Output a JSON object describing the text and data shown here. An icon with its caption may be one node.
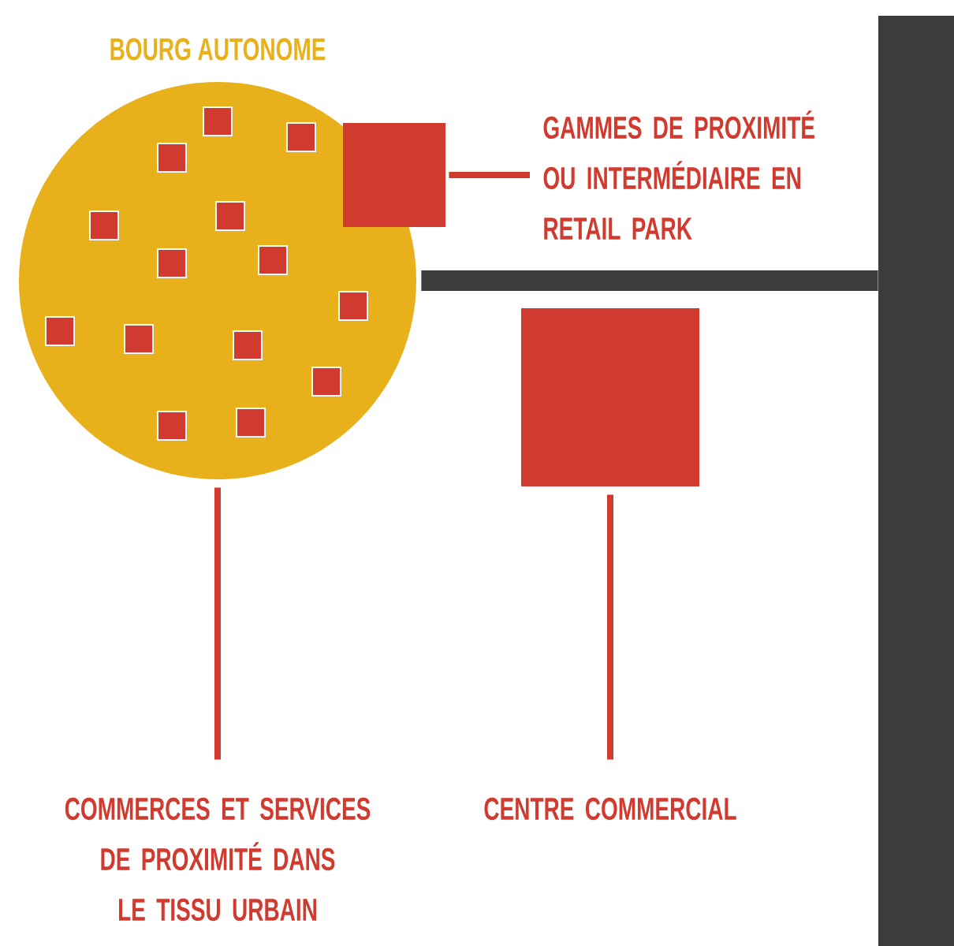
{
  "diagram": {
    "nodes": [
      {
        "text": [
          "BOURG AUTONOME"
        ]
      },
      {
        "text": [],
        "shape": "box"
      },
      {
        "text": [
          "GAMMES DE PROXIMITÉ OU INTERMÉDIAIRE EN RETAIL PARK"
        ]
      },
      {
        "text": [],
        "shape": "box"
      },
      {
        "text": [
          "COMMERCES ET SERVICES DE PROXIMITÉ DANS LE TISSU URBAIN"
        ]
      },
      {
        "text": [
          "CENTRE COMMERCIAL"
        ]
      },
      {
        "text": [],
        "shape": "bar"
      }
    ],
    "edges": [
      {
        "from": 1,
        "to": 2,
        "arrow": "none"
      },
      {
        "from": 0,
        "to": 6,
        "arrow": "none",
        "style": "thick",
        "color": "#3c3c3c"
      },
      {
        "from": 0,
        "to": 4,
        "arrow": "none"
      },
      {
        "from": 3,
        "to": 5,
        "arrow": "none"
      }
    ]
  }
}
